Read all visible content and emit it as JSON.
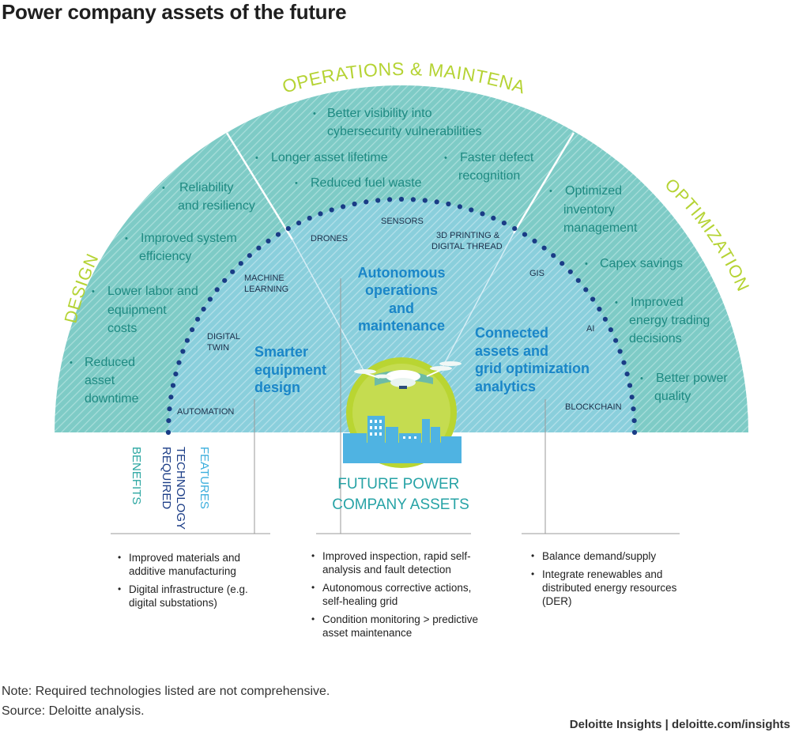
{
  "title": "Power company assets of the future",
  "sections": {
    "design": "DESIGN",
    "operations": "OPERATIONS & MAINTENANCE",
    "optimization": "OPTIMIZATION"
  },
  "benefits": {
    "design": [
      "Reliability and resiliency",
      "Improved system efficiency",
      "Lower labor and equipment costs",
      "Reduced asset downtime"
    ],
    "operations": [
      "Better visibility into cybersecurity vulnerabilities",
      "Longer asset lifetime",
      "Faster defect recognition",
      "Reduced fuel waste"
    ],
    "optimization": [
      "Optimized inventory management",
      "Capex savings",
      "Improved energy trading decisions",
      "Better power quality"
    ]
  },
  "technologies": [
    "AUTOMATION",
    "DIGITAL TWIN",
    "MACHINE LEARNING",
    "DRONES",
    "SENSORS",
    "3D PRINTING & DIGITAL THREAD",
    "GIS",
    "AI",
    "BLOCKCHAIN"
  ],
  "features": {
    "design": "Smarter equipment design",
    "operations": "Autonomous operations and maintenance",
    "optimization": "Connected assets and grid optimization analytics"
  },
  "legend": {
    "benefits": "BENEFITS",
    "technology": "REQUIRED TECHNOLOGY",
    "features": "FEATURES"
  },
  "center_label": "FUTURE POWER COMPANY ASSETS",
  "feature_details": {
    "design": [
      "Improved materials and additive manufacturing",
      "Digital infrastructure (e.g. digital substations)"
    ],
    "operations": [
      "Improved inspection, rapid self-analysis and fault detection",
      "Autonomous corrective actions, self-healing grid",
      "Condition monitoring > predictive asset maintenance"
    ],
    "optimization": [
      "Balance demand/supply",
      "Integrate renewables and distributed energy resources (DER)"
    ]
  },
  "note": "Note: Required technologies listed are not comprehensive.",
  "source": "Source: Deloitte analysis.",
  "credit": "Deloitte Insights | deloitte.com/insights",
  "colors": {
    "outer_ring": "#7fcdc7",
    "inner_dome": "#8fd0de",
    "title_lime": "#b5d334",
    "benefit_text": "#1f8a82",
    "feature_blue": "#1a86c8",
    "dots": "#1a3c86",
    "city": "#4fb3e2",
    "sun": "#b9d532"
  }
}
